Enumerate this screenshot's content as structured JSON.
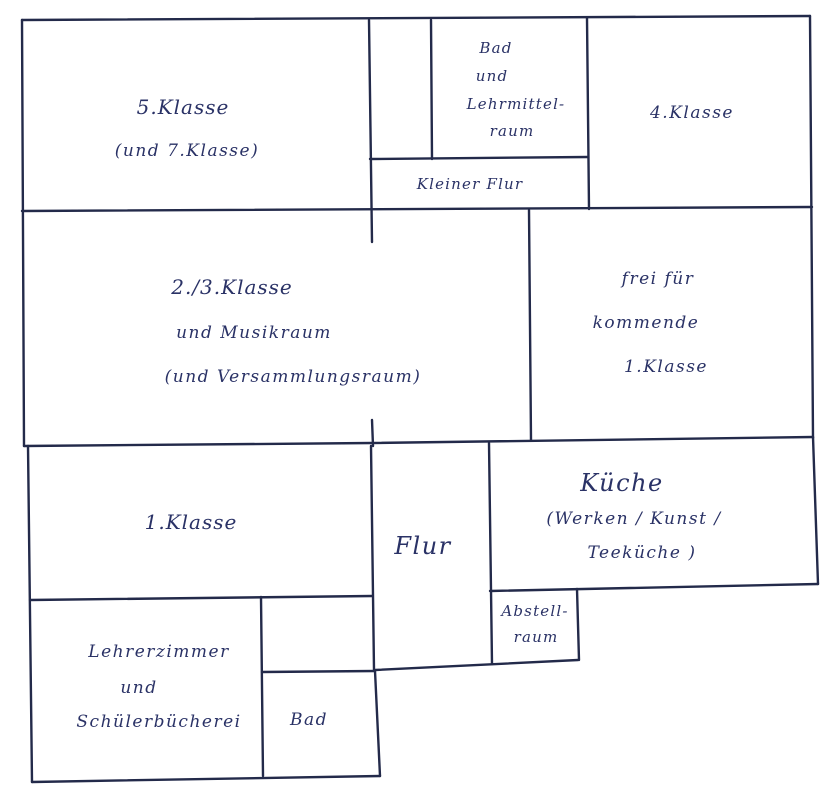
{
  "rooms": {
    "klasse5": {
      "line1": "5.Klasse",
      "line2": "(und 7.Klasse)"
    },
    "bad_top": {
      "line1": "Bad",
      "line2": "und",
      "line3": "Lehrmittel-",
      "line4": "raum"
    },
    "kleiner_flur": {
      "label": "Kleiner Flur"
    },
    "klasse4": {
      "label": "4.Klasse"
    },
    "klasse23": {
      "line1": "2./3.Klasse",
      "line2": "und Musikraum",
      "line3": "(und Versammlungsraum)"
    },
    "frei": {
      "line1": "frei für",
      "line2": "kommende",
      "line3": "1.Klasse"
    },
    "klasse1": {
      "label": "1.Klasse"
    },
    "flur": {
      "label": "Flur"
    },
    "kueche": {
      "line1": "Küche",
      "line2": "(Werken / Kunst /",
      "line3": "Teeküche )"
    },
    "abstell": {
      "line1": "Abstell-",
      "line2": "raum"
    },
    "lehrer": {
      "line1": "Lehrerzimmer",
      "line2": "und",
      "line3": "Schülerbücherei"
    },
    "bad_bottom": {
      "label": "Bad"
    }
  }
}
